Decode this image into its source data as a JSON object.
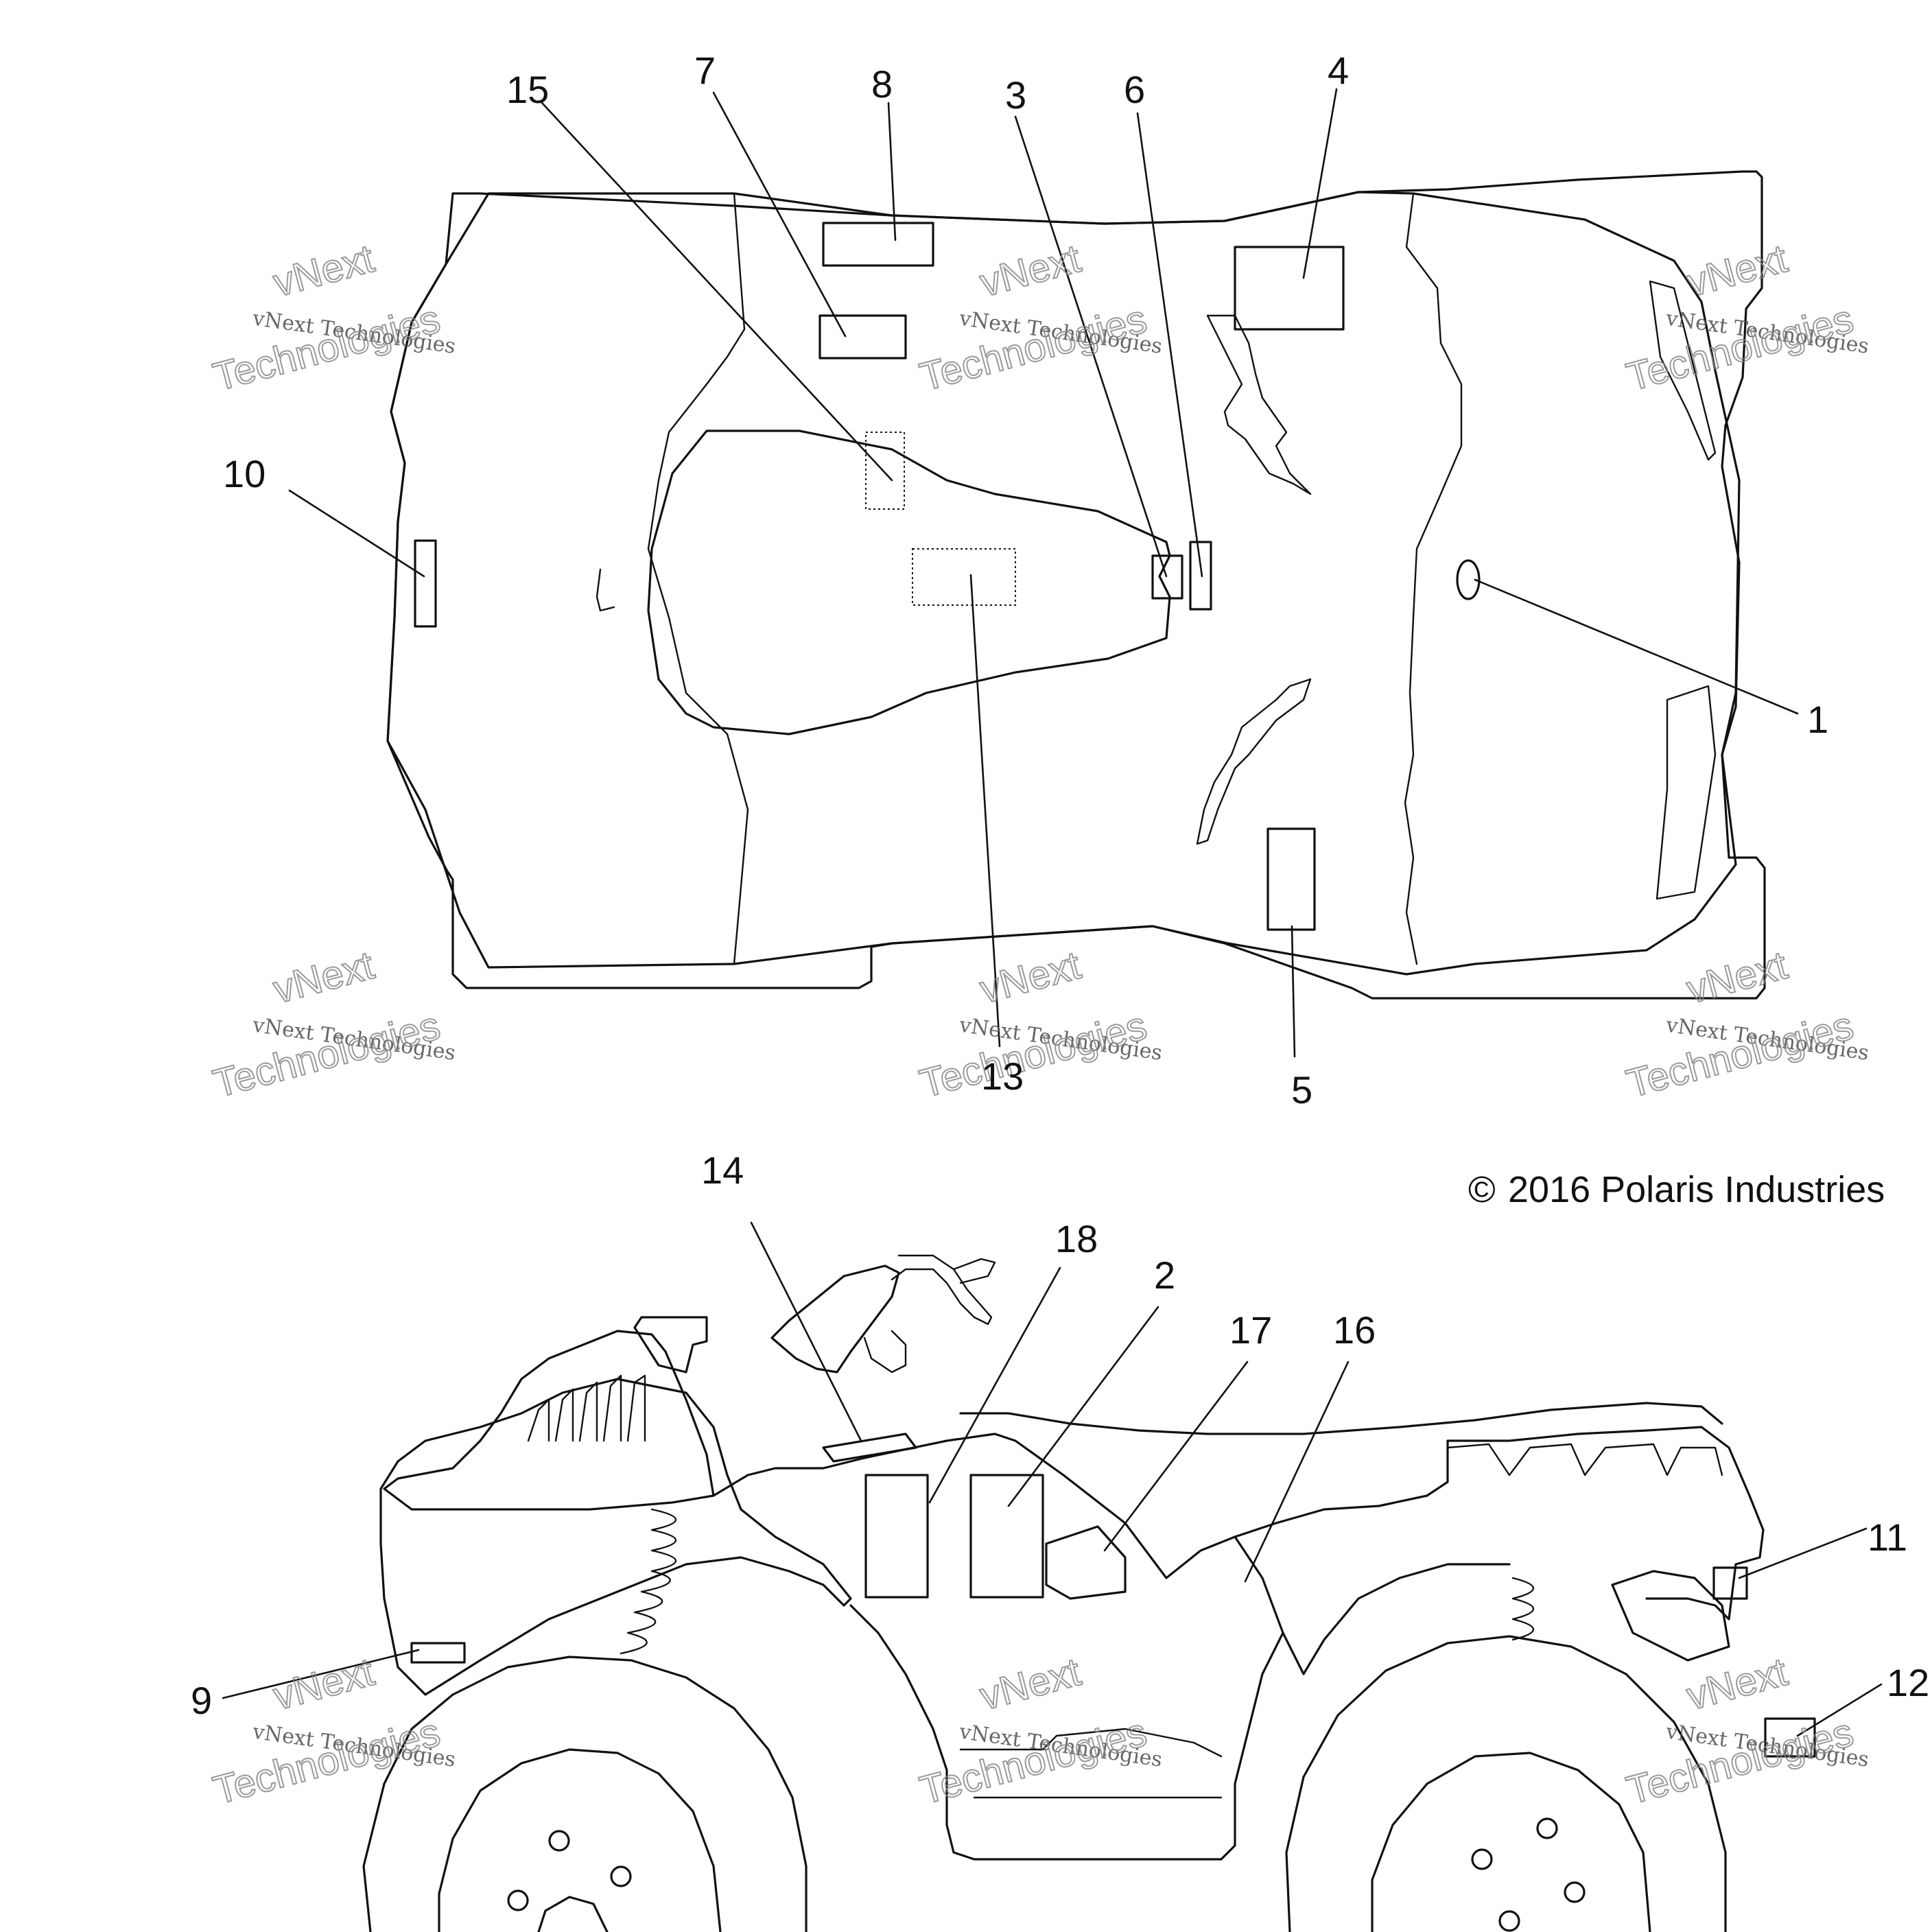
{
  "diagram": {
    "callouts": [
      "1",
      "2",
      "3",
      "4",
      "5",
      "6",
      "7",
      "8",
      "9",
      "10",
      "11",
      "12",
      "13",
      "14",
      "15",
      "16",
      "17",
      "18"
    ],
    "copyright": "2016 Polaris Industries",
    "copyright_symbol": "©",
    "watermark": {
      "line1": "vNext",
      "line2": "vNext Technologies",
      "line3": "Technologies"
    }
  }
}
